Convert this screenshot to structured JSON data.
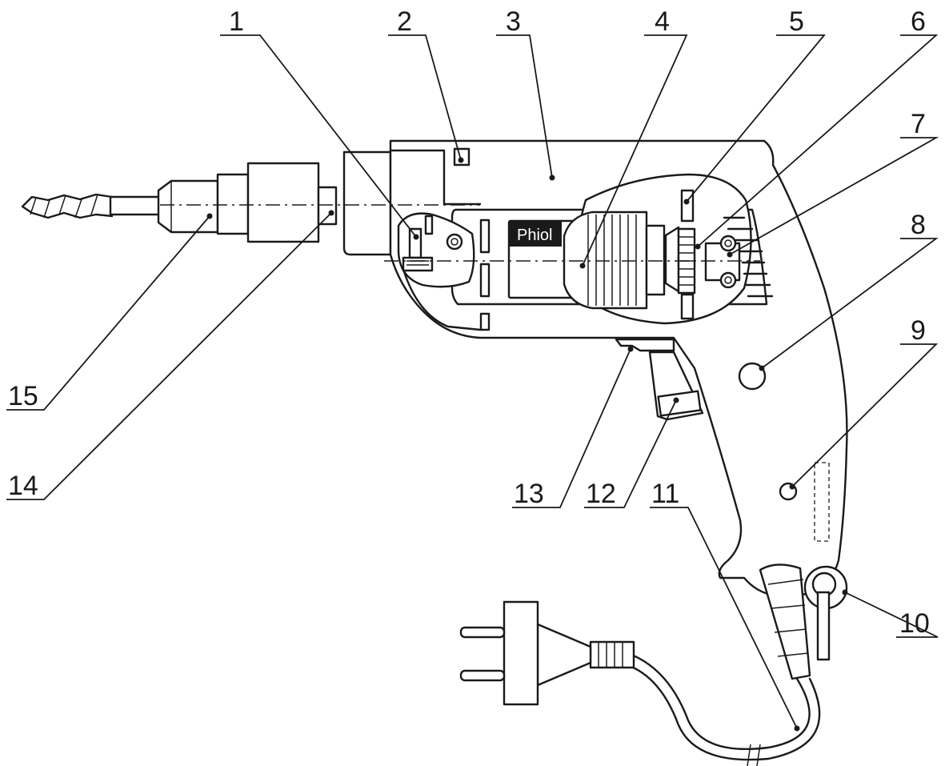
{
  "brand": "Phiol",
  "callouts": [
    {
      "id": "1",
      "label": "1"
    },
    {
      "id": "2",
      "label": "2"
    },
    {
      "id": "3",
      "label": "3"
    },
    {
      "id": "4",
      "label": "4"
    },
    {
      "id": "5",
      "label": "5"
    },
    {
      "id": "6",
      "label": "6"
    },
    {
      "id": "7",
      "label": "7"
    },
    {
      "id": "8",
      "label": "8"
    },
    {
      "id": "9",
      "label": "9"
    },
    {
      "id": "10",
      "label": "10"
    },
    {
      "id": "11",
      "label": "11"
    },
    {
      "id": "12",
      "label": "12"
    },
    {
      "id": "13",
      "label": "13"
    },
    {
      "id": "14",
      "label": "14"
    },
    {
      "id": "15",
      "label": "15"
    }
  ]
}
